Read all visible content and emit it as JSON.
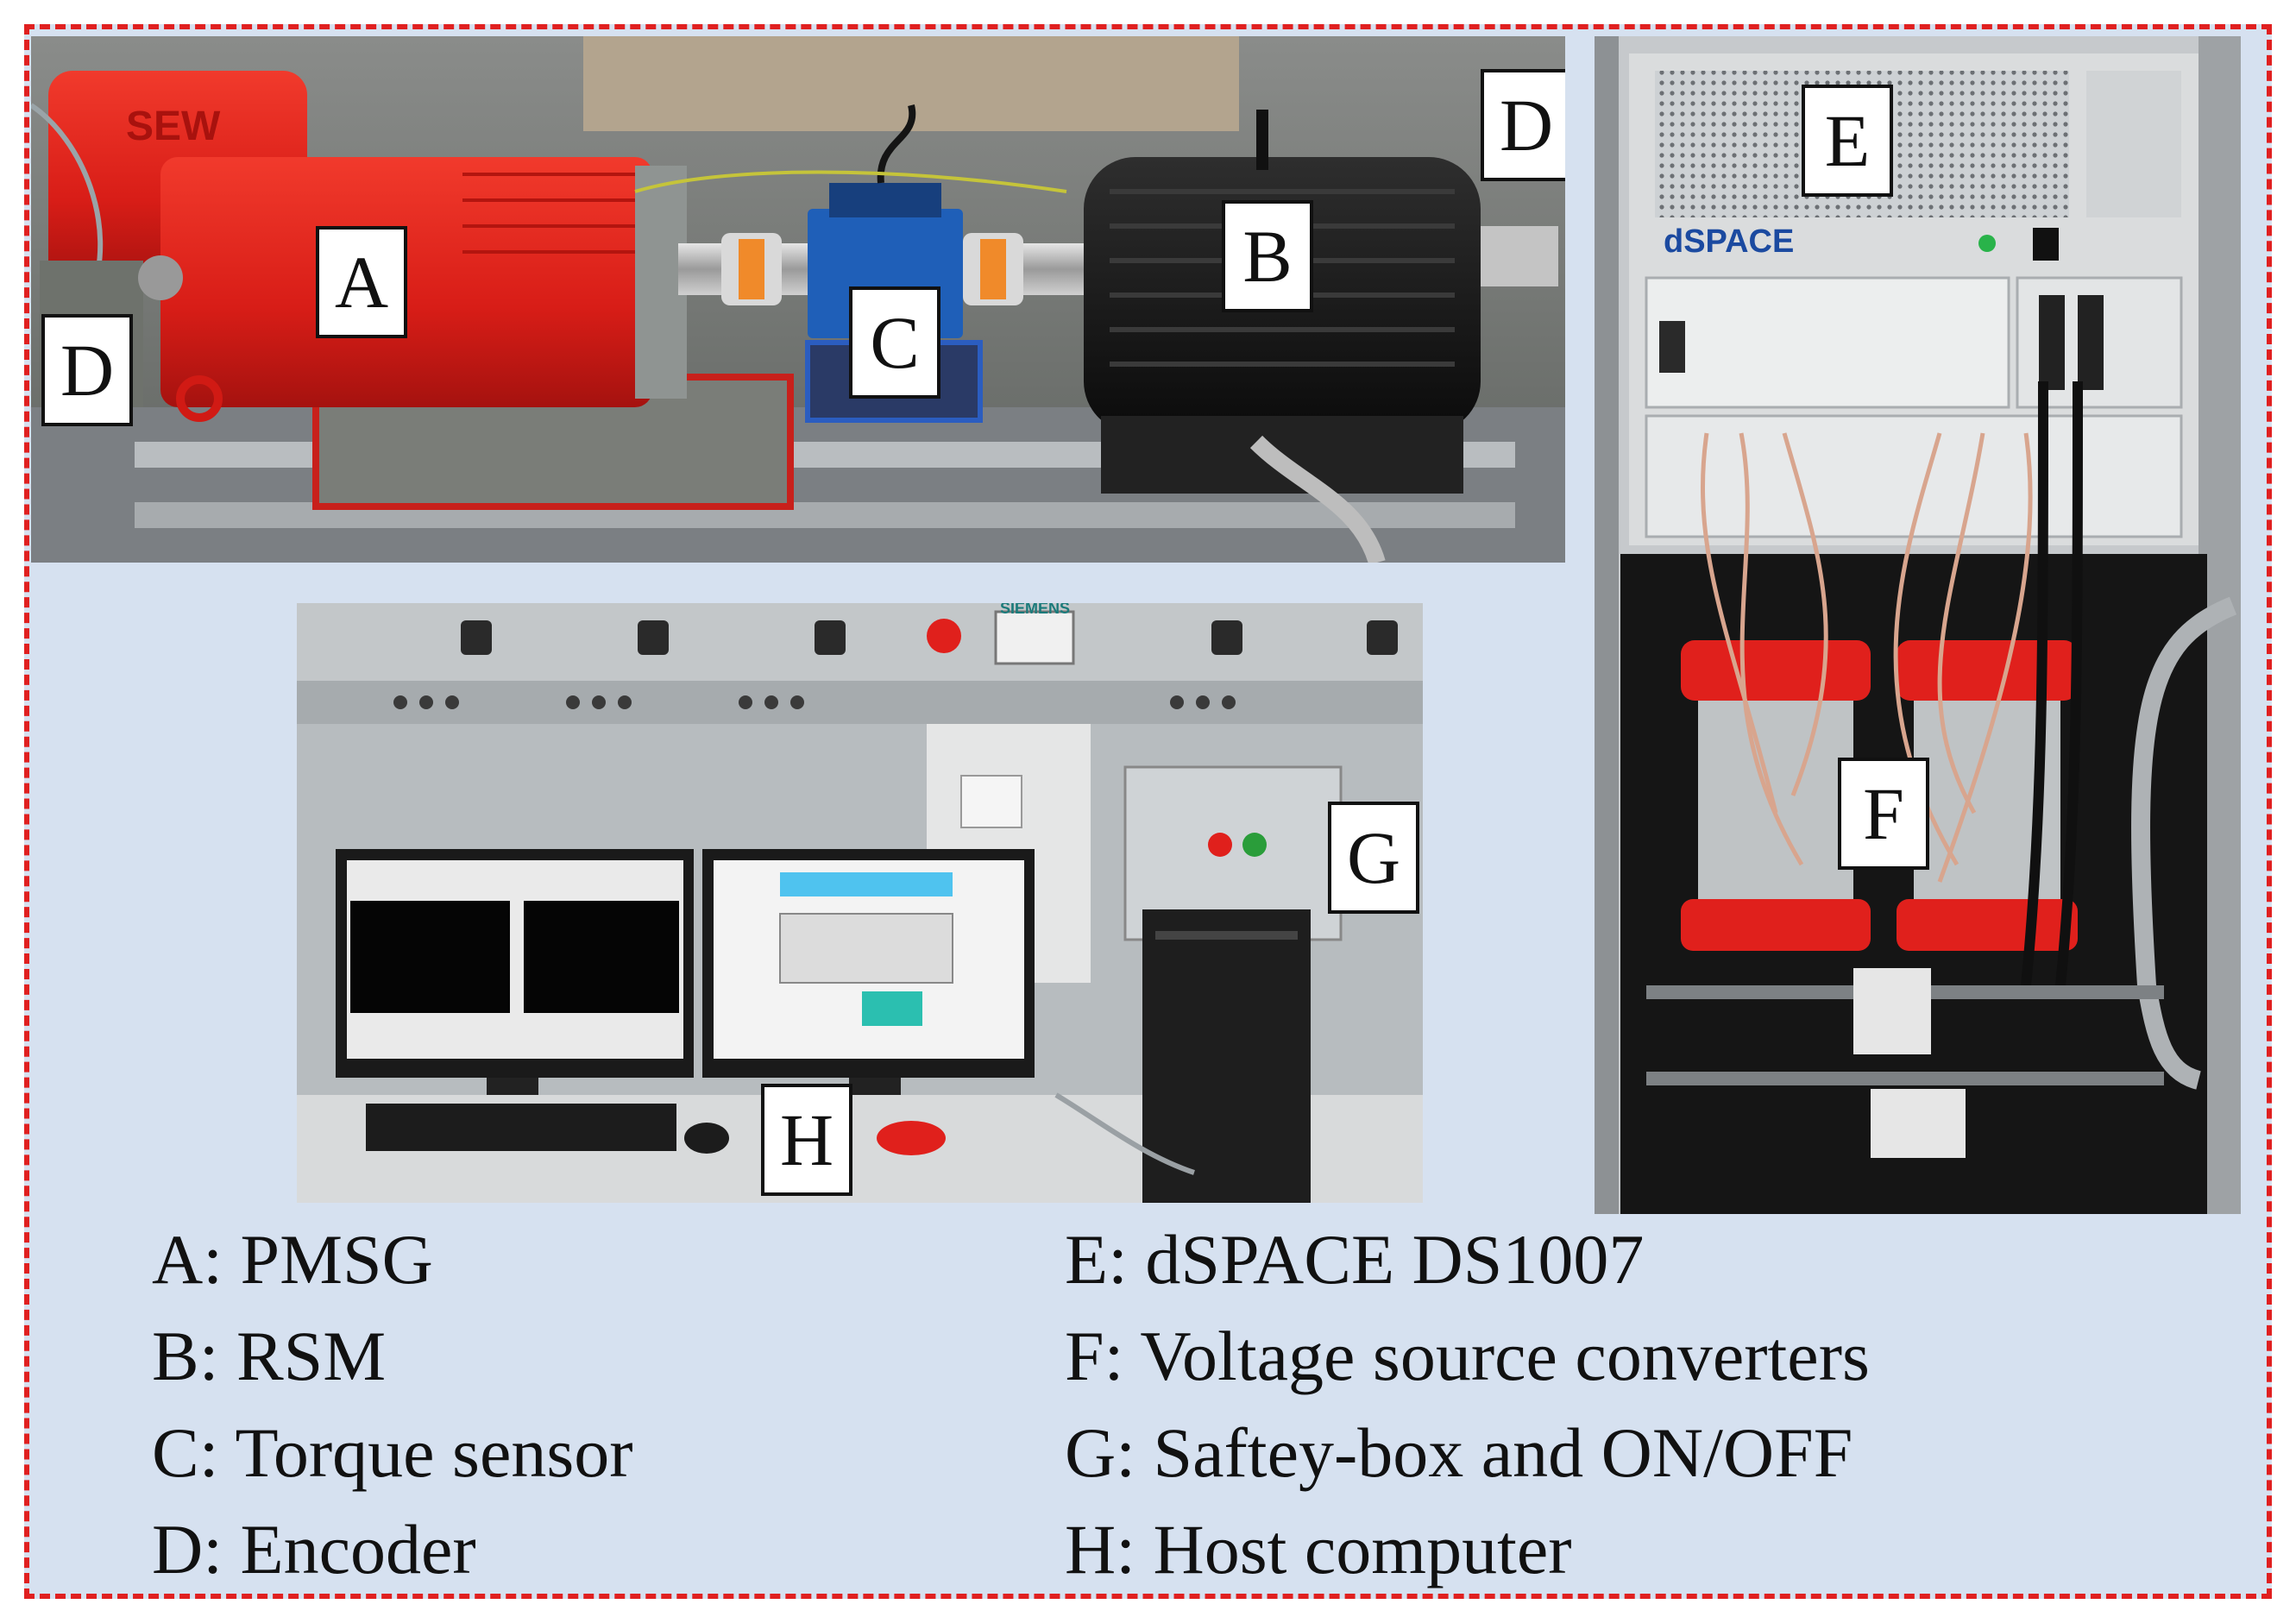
{
  "photos": {
    "testbench": {
      "tags": {
        "a": "A",
        "b": "B",
        "c": "C",
        "d_left": "D",
        "d_right": "D"
      },
      "motor_brand": "SEW"
    },
    "cabinet": {
      "tags": {
        "e": "E",
        "f": "F"
      },
      "brand": "dSPACE"
    },
    "workstation": {
      "tags": {
        "g": "G",
        "h": "H"
      },
      "panel_brand": "SIEMENS"
    }
  },
  "legend": {
    "left": [
      "A: PMSG",
      "B: RSM",
      "C: Torque sensor",
      "D: Encoder"
    ],
    "right": [
      "E: dSPACE DS1007",
      "F: Voltage source converters",
      "G: Saftey-box and ON/OFF",
      "H: Host computer"
    ]
  },
  "colors": {
    "frame_border": "#e02020",
    "frame_fill": "#d6e1f0",
    "motor_red": "#e0201c",
    "coupling_blue": "#1f5fb8",
    "machine_black": "#141414",
    "screen_blue": "#4fc3ef",
    "screen_teal": "#2bbfb0"
  }
}
